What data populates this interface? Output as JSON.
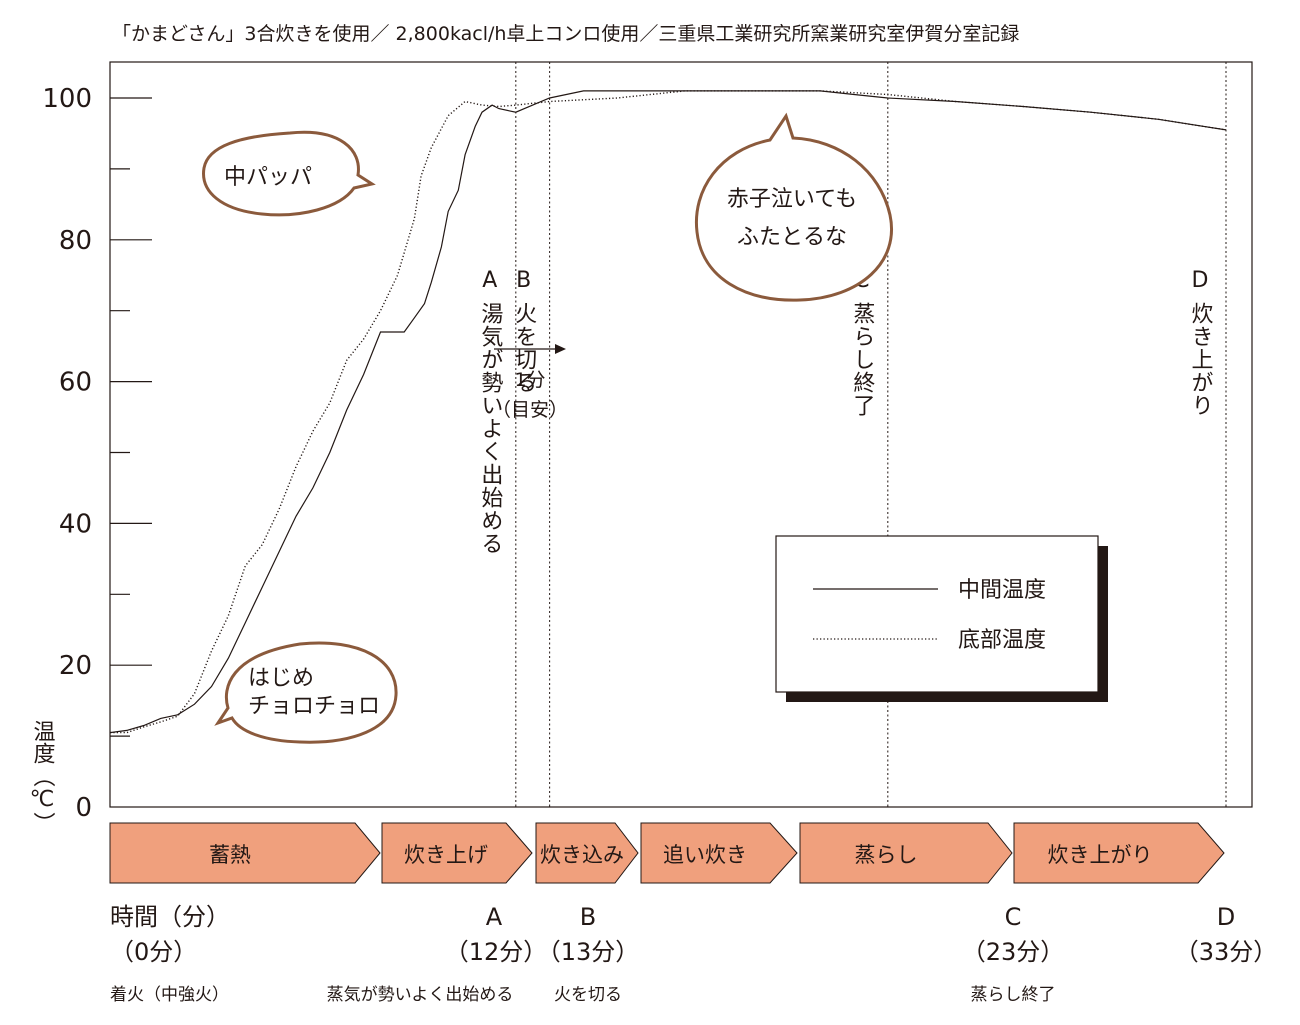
{
  "header": "「かまどさん」3合炊きを使用／ 2,800kacl/h卓上コンロ使用／三重県工業研究所窯業研究室伊賀分室記録",
  "chart_data": {
    "type": "line",
    "xlim": [
      0,
      33.5
    ],
    "ylim": [
      0,
      100
    ],
    "y_ticks": [
      {
        "value": 0,
        "label": "0"
      },
      {
        "value": 20,
        "label": "20"
      },
      {
        "value": 40,
        "label": "40"
      },
      {
        "value": 60,
        "label": "60"
      },
      {
        "value": 80,
        "label": "80"
      },
      {
        "value": 100,
        "label": "100"
      }
    ],
    "y_minor_ticks": [
      10,
      30,
      50,
      70,
      90
    ],
    "ylabel": {
      "main": "温度",
      "unit": "（℃）"
    },
    "series": [
      {
        "name": "中間温度",
        "style": "solid",
        "x": [
          0,
          0.5,
          1.0,
          1.5,
          2.0,
          2.5,
          3.0,
          3.5,
          4.0,
          4.5,
          5.0,
          5.5,
          6.0,
          6.5,
          7.0,
          7.5,
          8.0,
          8.5,
          8.7,
          9.0,
          9.3,
          9.5,
          9.8,
          10.0,
          10.3,
          10.5,
          10.8,
          11.0,
          11.3,
          11.5,
          11.8,
          12.0,
          12.5,
          13.0,
          14.0,
          16.0,
          18.0,
          20.0,
          21.0,
          22.0,
          23.0,
          25.0,
          27.0,
          29.0,
          31.0,
          33.0
        ],
        "y": [
          10.5,
          10.8,
          11.5,
          12.5,
          13.0,
          14.5,
          17,
          21,
          26,
          31,
          36,
          41,
          45,
          50,
          56,
          61,
          67,
          67,
          67,
          69,
          71,
          74,
          79,
          84,
          87,
          92,
          96,
          98,
          99,
          98.5,
          98.2,
          98.0,
          99,
          100,
          101,
          101,
          101,
          101,
          101,
          100.5,
          100,
          99.5,
          98.8,
          98,
          97,
          95.5
        ]
      },
      {
        "name": "底部温度",
        "style": "dotted",
        "x": [
          0,
          0.5,
          1.0,
          1.5,
          2.0,
          2.5,
          3.0,
          3.5,
          4.0,
          4.5,
          5.0,
          5.5,
          6.0,
          6.5,
          7.0,
          7.5,
          8.0,
          8.5,
          9.0,
          9.2,
          9.5,
          10.0,
          10.5,
          11.0,
          11.5,
          12.0,
          13.0,
          15.0,
          17.0,
          19.0,
          21.0,
          23.0,
          25.0,
          27.0,
          29.0,
          31.0,
          33.0
        ],
        "y": [
          10.5,
          10.5,
          11.3,
          12.0,
          12.8,
          16,
          22,
          27,
          34,
          37,
          42,
          48,
          53,
          57,
          63,
          66,
          70,
          75,
          83,
          89,
          93,
          97.5,
          99.5,
          99.0,
          98.8,
          99.0,
          99.5,
          100,
          101,
          101,
          101,
          100.5,
          99.5,
          98.8,
          98,
          97,
          95.5
        ]
      }
    ],
    "markers": [
      {
        "letter": "A",
        "x": 12,
        "text": "湯気が勢いよく出始める"
      },
      {
        "letter": "B",
        "x": 13,
        "text": "火を切る"
      },
      {
        "letter": "C",
        "x": 23,
        "text": "蒸らし終了"
      },
      {
        "letter": "D",
        "x": 33,
        "text": "炊き上がり"
      }
    ],
    "interval_note": {
      "line1": "1分",
      "line2": "（目安）"
    },
    "legend": [
      {
        "label": "中間温度",
        "style": "solid"
      },
      {
        "label": "底部温度",
        "style": "dotted"
      }
    ],
    "bubbles": [
      {
        "lines": [
          "中パッパ"
        ]
      },
      {
        "lines": [
          "赤子泣いても",
          "ふたとるな"
        ]
      },
      {
        "lines": [
          "はじめ",
          "チョロチョロ"
        ]
      }
    ],
    "stages": [
      "蓄熱",
      "炊き上げ",
      "炊き込み",
      "追い炊き",
      "蒸らし",
      "炊き上がり"
    ],
    "stage_color": "#f0a07d",
    "bubble_color": "#8b5a3c"
  },
  "bottom": {
    "time_title": "時間（分）",
    "start": {
      "time": "（0分）",
      "note": "着火（中強火）"
    },
    "A": {
      "letter": "A",
      "time": "（12分）",
      "note": "蒸気が勢いよく出始める"
    },
    "B": {
      "letter": "B",
      "time": "（13分）",
      "note": "火を切る"
    },
    "C": {
      "letter": "C",
      "time": "（23分）",
      "note": "蒸らし終了"
    },
    "D": {
      "letter": "D",
      "time": "（33分）"
    }
  }
}
